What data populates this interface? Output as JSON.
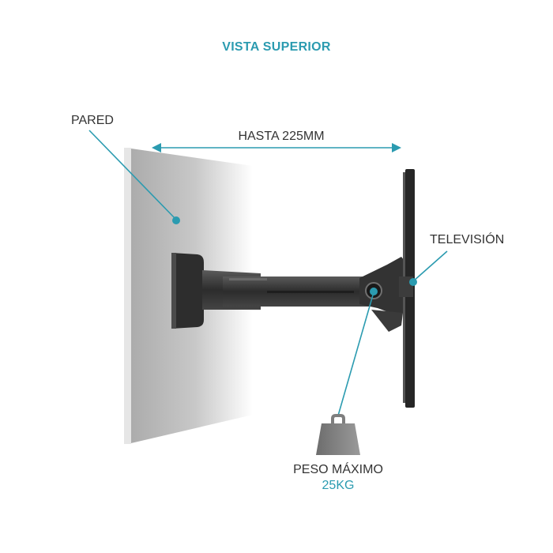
{
  "title": "VISTA SUPERIOR",
  "labels": {
    "wall": "PARED",
    "extension": "HASTA 225MM",
    "tv": "TELEVISIÓN",
    "max_weight_label": "PESO MÁXIMO",
    "max_weight_value": "25KG"
  },
  "colors": {
    "accent": "#2b9bb0",
    "text": "#333333",
    "wall": "#b9b9b9",
    "metal": "#3a3a3a"
  },
  "icons": {
    "weight": "weight-icon"
  }
}
